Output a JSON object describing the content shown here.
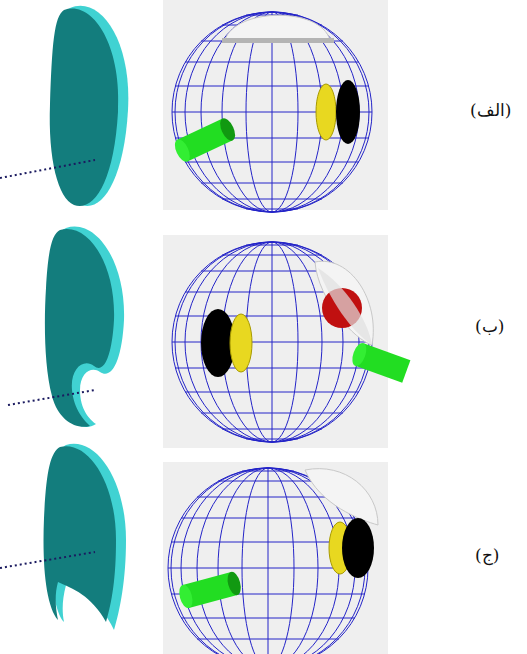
{
  "diagram": {
    "labels": [
      "(الف)",
      "(ب)",
      "(ج)"
    ]
  }
}
